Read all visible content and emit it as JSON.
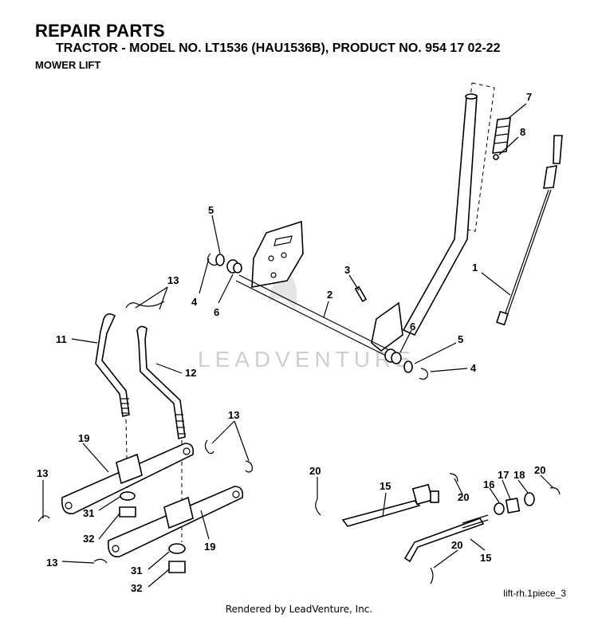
{
  "header": {
    "title": "REPAIR PARTS",
    "subtitle": "TRACTOR - MODEL NO. LT1536 (HAU1536B), PRODUCT NO. 954 17 02-22",
    "section": "MOWER LIFT"
  },
  "watermark": "LEADVENTURE",
  "callouts": {
    "c7": "7",
    "c8": "8",
    "c5a": "5",
    "c4a": "4",
    "c6a": "6",
    "c3": "3",
    "c2": "2",
    "c1": "1",
    "c13a": "13",
    "c11": "11",
    "c12": "12",
    "c6b": "6",
    "c5b": "5",
    "c4b": "4",
    "c13b": "13",
    "c19a": "19",
    "c13c": "13",
    "c31a": "31",
    "c32a": "32",
    "c19b": "19",
    "c13d": "13",
    "c31b": "31",
    "c32b": "32",
    "c20a": "20",
    "c15a": "15",
    "c20b": "20",
    "c16": "16",
    "c17": "17",
    "c18": "18",
    "c20c": "20",
    "c20d": "20",
    "c15b": "15"
  },
  "footer": {
    "figure_id": "lift-rh.1piece_3",
    "credit": "Rendered by LeadVenture, Inc."
  }
}
